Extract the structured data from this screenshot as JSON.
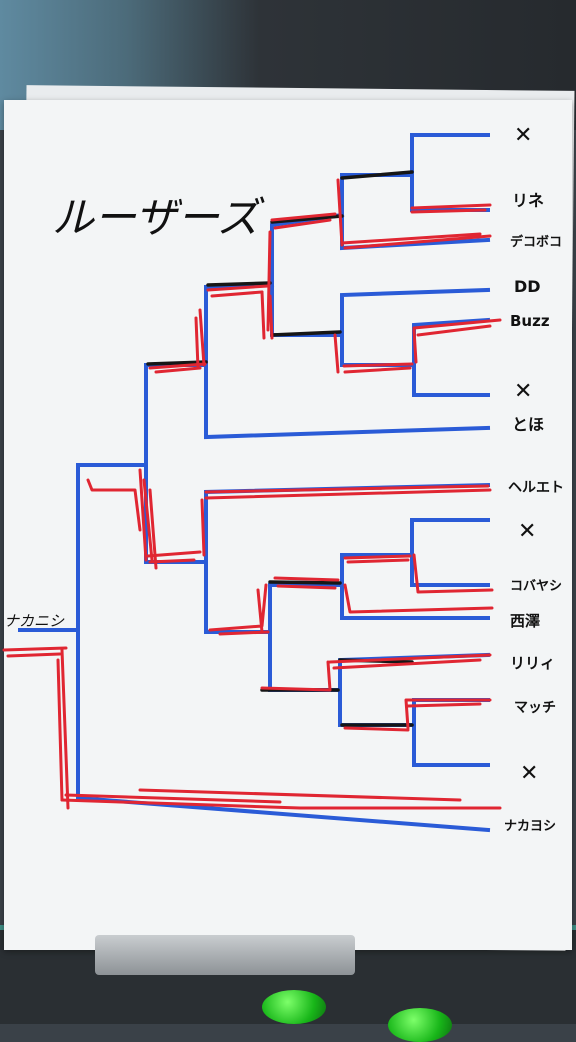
{
  "title": "ルーザーズ",
  "champion": "ナカニシ",
  "entries": [
    {
      "name": "✕"
    },
    {
      "name": "リネ"
    },
    {
      "name": "デコボコ"
    },
    {
      "name": "DD"
    },
    {
      "name": "Buzz"
    },
    {
      "name": "✕"
    },
    {
      "name": "とほ"
    },
    {
      "name": "ヘルエト"
    },
    {
      "name": "✕"
    },
    {
      "name": "コバヤシ"
    },
    {
      "name": "西澤"
    },
    {
      "name": "リリィ"
    },
    {
      "name": "マッチ"
    },
    {
      "name": "✕"
    },
    {
      "name": "ナカヨシ"
    }
  ],
  "colors": {
    "blue_bracket": "#2a5bd7",
    "red_marker": "#e02632",
    "black_marker": "#161616",
    "paper": "#f3f5f6"
  }
}
